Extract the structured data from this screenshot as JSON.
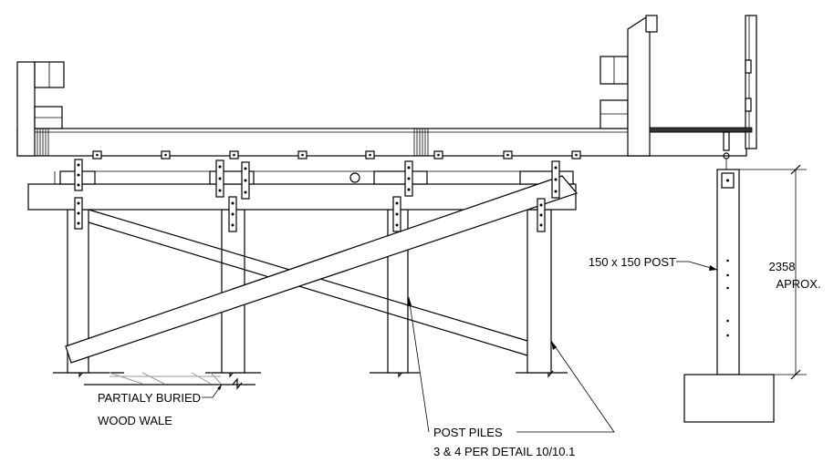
{
  "annotations": {
    "post_label": "150 x 150 POST",
    "height_value": "2358",
    "height_note": "APROX.",
    "wale_line1": "PARTIALY BURIED",
    "wale_line2": "WOOD WALE",
    "piles_line1": "POST PILES",
    "piles_line2": "3 & 4 PER DETAIL 10/10.1"
  }
}
